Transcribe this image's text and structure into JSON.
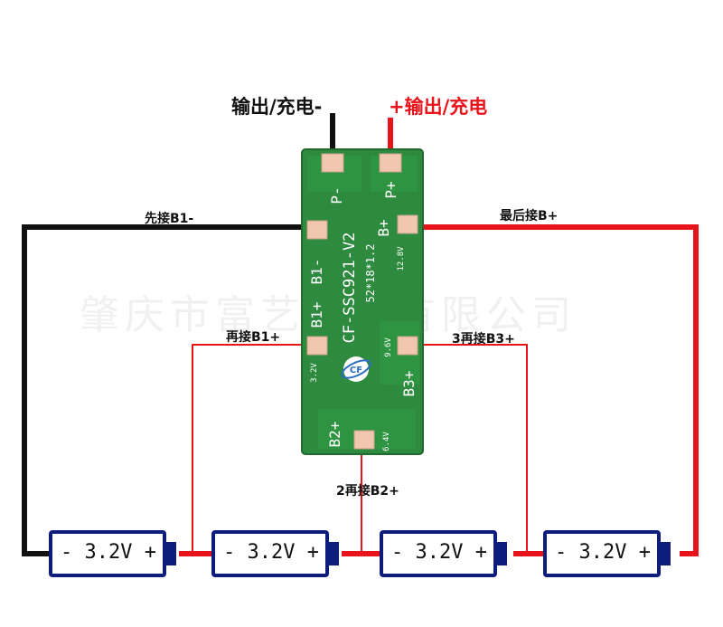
{
  "labels": {
    "out_charge_neg": "输出/充电-",
    "out_charge_pos": "+输出/充电",
    "first_b1": "先接B1-",
    "last_b": "最后接B+",
    "then_b1": "再接B1+",
    "then_b3": "3再接B3+",
    "then_b2": "2再接B2+"
  },
  "board": {
    "model": "CF-SSC921-V2",
    "size": "52*18*1.2",
    "logo": "CF",
    "pads": {
      "p_neg": "P-",
      "p_pos": "P+",
      "b_neg": "B1-",
      "b_pos": "B+",
      "b1_pos": "B1+",
      "b3_pos": "B3+",
      "b2_pos": "B2+"
    },
    "voltages": {
      "v12": "12.8V",
      "v96": "9.6V",
      "v32": "3.2V",
      "v64": "6.4V"
    }
  },
  "batteries": [
    {
      "label": "- 3.2V +"
    },
    {
      "label": "- 3.2V +"
    },
    {
      "label": "- 3.2V +"
    },
    {
      "label": "- 3.2V +"
    }
  ],
  "watermark": "肇庆市富艺电子有限公司",
  "colors": {
    "wire_red": "#e8141b",
    "wire_black": "#111111",
    "board_green": "#2d8a3e",
    "battery_blue": "#0e1c7c"
  }
}
